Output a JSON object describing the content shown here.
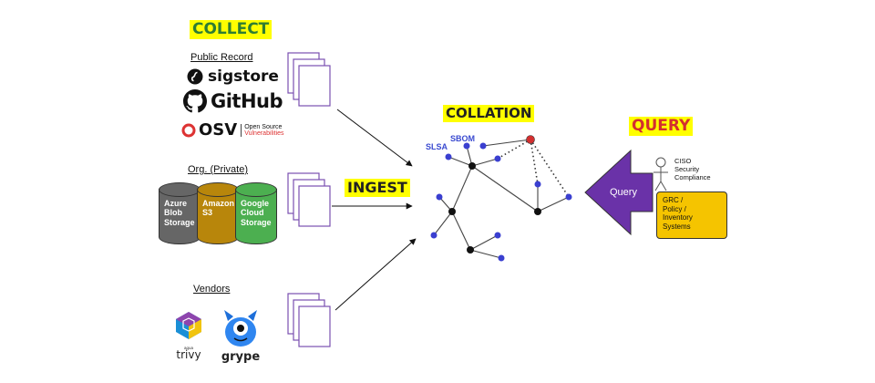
{
  "sections": {
    "collect": "COLLECT",
    "ingest": "INGEST",
    "collation": "COLLATION",
    "query": "QUERY"
  },
  "sources": {
    "public_record": "Public Record",
    "sigstore": "sigstore",
    "github": "GitHub",
    "osv": "OSV",
    "osv_sub1": "Open Source",
    "osv_sub2": "Vulnerabilities",
    "org_private": "Org. (Private)",
    "storage": [
      {
        "label": "Azure\nBlob\nStorage",
        "color": "#666666"
      },
      {
        "label": "Amazon\nS3",
        "color": "#b8860b"
      },
      {
        "label": "Google\nCloud\nStorage",
        "color": "#4caf50"
      }
    ],
    "vendors": "Vendors",
    "trivy_small": "aqua",
    "trivy": "trivy",
    "grype": "grype"
  },
  "graph": {
    "slsa": "SLSA",
    "sbom": "SBOM",
    "node_color": "#3a3fd0",
    "hub_color": "#111111",
    "alert_color": "#d32f2f"
  },
  "query": {
    "arrow_label": "Query",
    "arrow_color": "#6a32a8",
    "roles": [
      "CISO",
      "Security",
      "Compliance"
    ],
    "systems": [
      "GRC /",
      "Policy /",
      "Inventory",
      "Systems"
    ]
  }
}
